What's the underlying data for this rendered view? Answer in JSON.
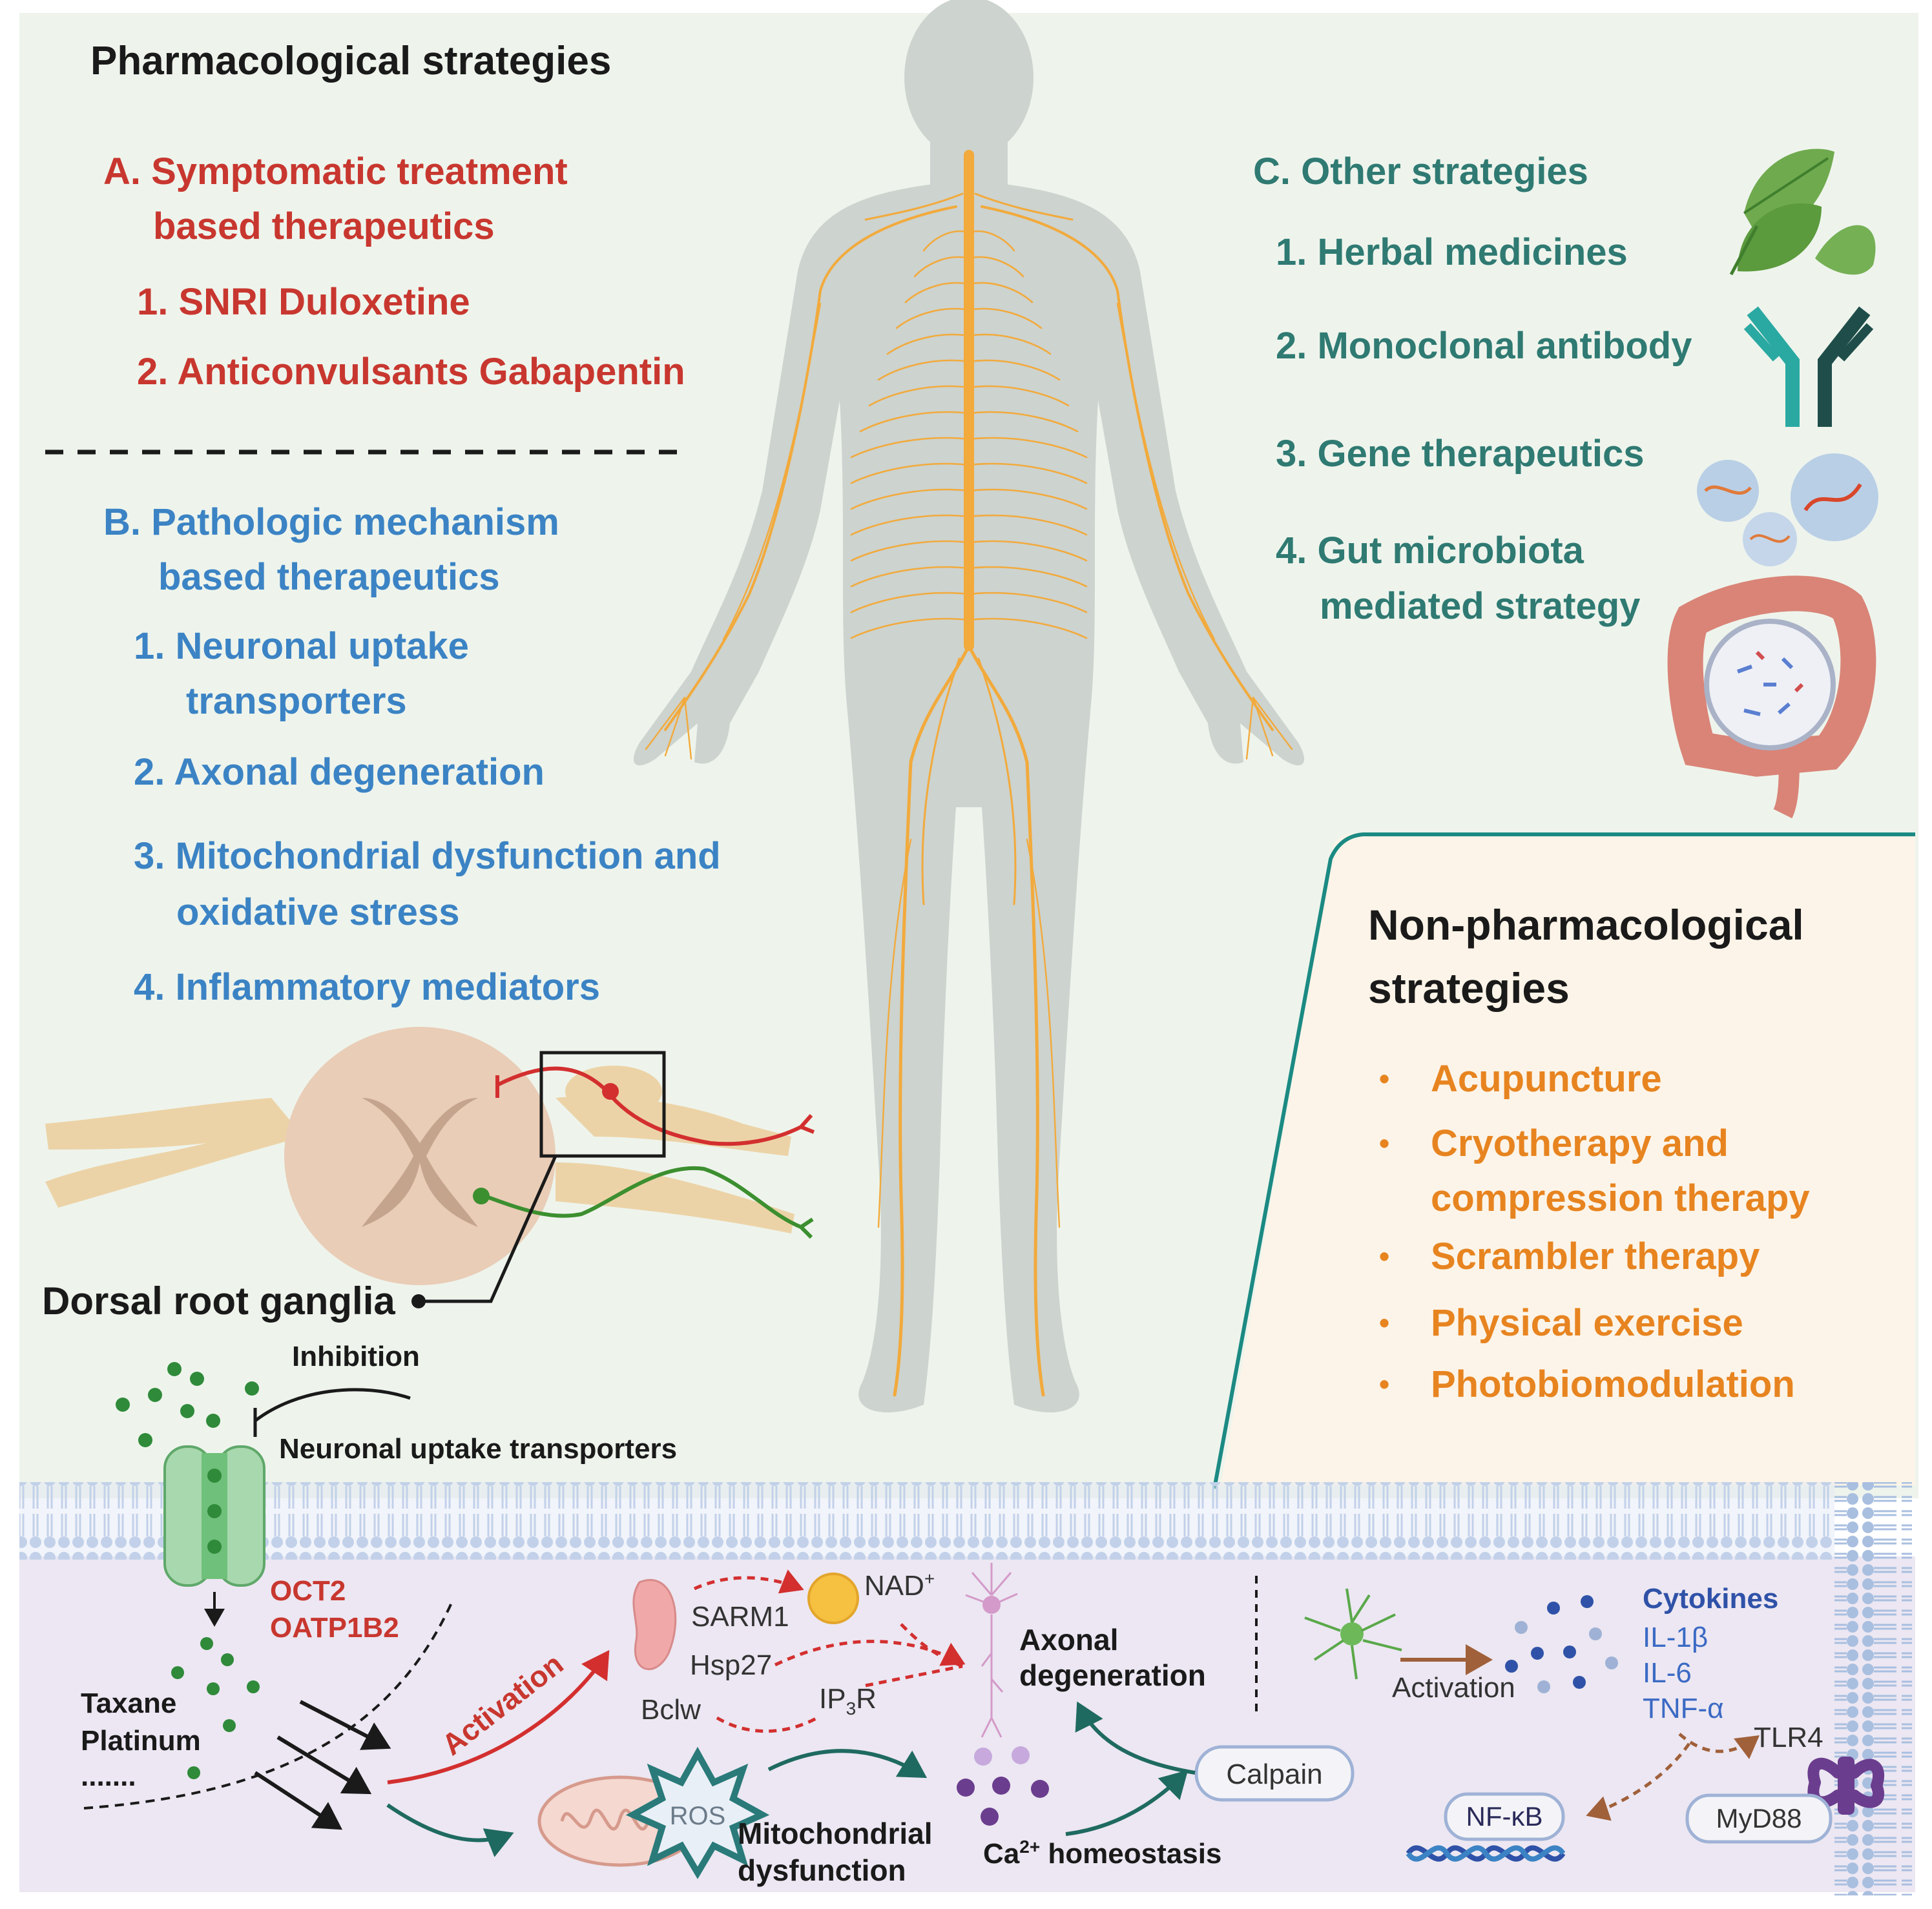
{
  "colors": {
    "red": "#c8372f",
    "blue": "#3b83c4",
    "teal": "#2f7a72",
    "orange": "#e78420",
    "dark": "#1a1a1a",
    "nerve": "#f2aa3c",
    "silhouette": "#cdd3cf",
    "bg_top": "#eef4ec",
    "bg_bottom": "#ece7f2",
    "nonpharm_bg": "#fcf4e8"
  },
  "pharm": {
    "title": "Pharmacological strategies",
    "a": {
      "heading_line1": "A. Symptomatic treatment",
      "heading_line2": "based therapeutics",
      "items": [
        "1. SNRI Duloxetine",
        "2. Anticonvulsants Gabapentin"
      ]
    },
    "b": {
      "heading_line1": "B.  Pathologic mechanism",
      "heading_line2": "based therapeutics",
      "items": [
        "1. Neuronal uptake",
        "transporters",
        "2. Axonal degeneration",
        "3. Mitochondrial dysfunction and",
        "oxidative stress",
        "4. Inflammatory mediators"
      ]
    },
    "c": {
      "heading": "C. Other strategies",
      "items": [
        "1. Herbal medicines",
        "2. Monoclonal antibody",
        "3. Gene therapeutics",
        "4. Gut microbiota",
        "mediated strategy"
      ]
    }
  },
  "nonpharm": {
    "title_line1": "Non-pharmacological",
    "title_line2": "strategies",
    "items": [
      "Acupuncture",
      "Cryotherapy and",
      "compression therapy",
      "Scrambler therapy",
      "Physical exercise",
      "Photobiomodulation"
    ],
    "bullet": "•"
  },
  "drg": {
    "label": "Dorsal root ganglia"
  },
  "mechanism": {
    "inhibition": "Inhibition",
    "transporters_label": "Neuronal uptake transporters",
    "oct2": "OCT2",
    "oatp": "OATP1B2",
    "taxane": "Taxane",
    "platinum": "Platinum",
    "ellipsis": ".......",
    "activation_left": "Activation",
    "sarm1": "SARM1",
    "nad": "NAD",
    "nad_sup": "+",
    "hsp27": "Hsp27",
    "bclw": "Bclw",
    "ip3r_pre": "IP",
    "ip3r_sub": "3",
    "ip3r_post": "R",
    "ros": "ROS",
    "axonal_line1": "Axonal",
    "axonal_line2": "degeneration",
    "mito_line1": "Mitochondrial",
    "mito_line2": "dysfunction",
    "ca_pre": "Ca",
    "ca_sup": "2+",
    "ca_post": " homeostasis",
    "calpain": "Calpain",
    "activation_right": "Activation",
    "cytokines": "Cytokines",
    "il1b": "IL-1β",
    "il6": "IL-6",
    "tnfa": "TNF-α",
    "tlr4": "TLR4",
    "nfkb": "NF-κB",
    "myd88": "MyD88"
  }
}
